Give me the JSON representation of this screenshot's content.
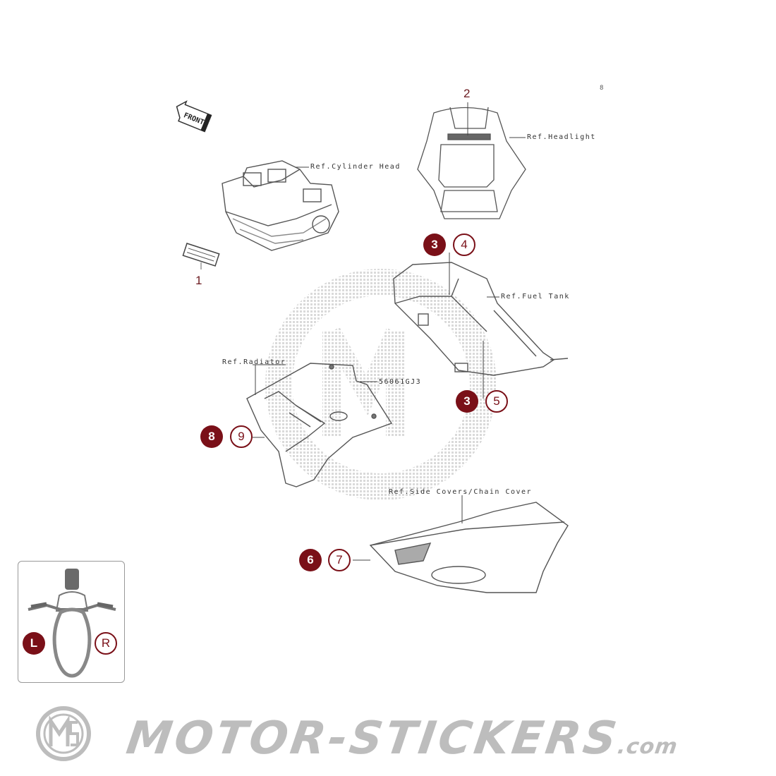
{
  "diagram": {
    "type": "motorcycle-decal-parts-diagram",
    "corner_mark": "8",
    "front_arrow_label": "FRONT",
    "parts": [
      {
        "id": "1",
        "label": "1",
        "ref": null
      },
      {
        "id": "2",
        "label": "2",
        "ref": "Ref.Headlight"
      },
      {
        "id": "3a",
        "label": "3",
        "ref": "Ref.Fuel Tank",
        "side": "L"
      },
      {
        "id": "4",
        "label": "4",
        "ref": "Ref.Fuel Tank",
        "side": "R"
      },
      {
        "id": "3b",
        "label": "3",
        "side": "L"
      },
      {
        "id": "5",
        "label": "5",
        "side": "R"
      },
      {
        "id": "6",
        "label": "6",
        "ref": "Ref.Side Covers/Chain Cover",
        "side": "L"
      },
      {
        "id": "7",
        "label": "7",
        "side": "R"
      },
      {
        "id": "8",
        "label": "8",
        "ref": "Ref.Radiator",
        "side": "L"
      },
      {
        "id": "9",
        "label": "9",
        "side": "R"
      }
    ],
    "ref_labels": {
      "cylinder_head": "Ref.Cylinder Head",
      "headlight": "Ref.Headlight",
      "fuel_tank": "Ref.Fuel Tank",
      "radiator": "Ref.Radiator",
      "part_number": "56061GJ3",
      "side_covers": "Ref.Side Covers/Chain Cover"
    },
    "callouts": {
      "c3a": "3",
      "c4": "4",
      "c3b": "3",
      "c5": "5",
      "c8": "8",
      "c9": "9",
      "c6": "6",
      "c7": "7"
    },
    "plain_numbers": {
      "n1": "1",
      "n2": "2"
    }
  },
  "legend": {
    "left_label": "L",
    "right_label": "R",
    "left_meaning": "filled circle = left side",
    "right_meaning": "outlined circle = right side"
  },
  "brand": {
    "logo_initials": "MS",
    "name": "MOTOR-STICKERS",
    "suffix": ".com"
  },
  "colors": {
    "accent": "#7a1018",
    "line": "#444444",
    "watermark": "#cccccc",
    "brand_gray": "#bdbdbd"
  }
}
